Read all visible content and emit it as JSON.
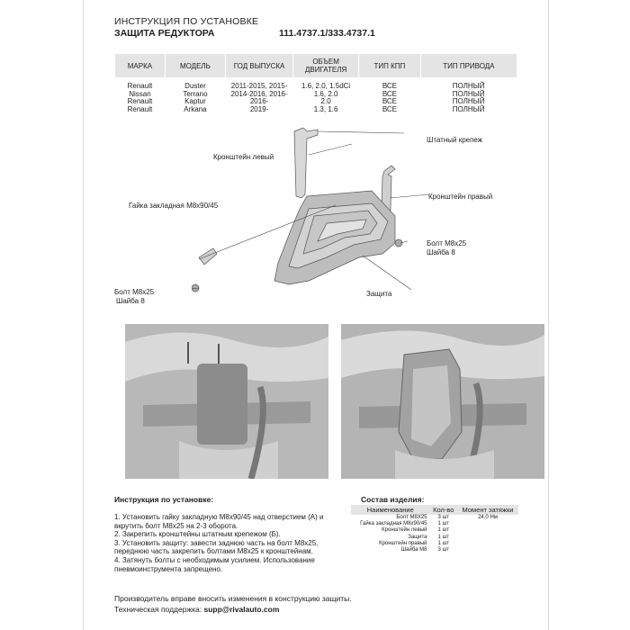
{
  "header": {
    "line1": "ИНСТРУКЦИЯ ПО УСТАНОВКЕ",
    "line2": "ЗАЩИТА РЕДУКТОРА",
    "code": "111.4737.1/333.4737.1"
  },
  "specs": {
    "columns": [
      "МАРКА",
      "МОДЕЛЬ",
      "ГОД ВЫПУСКА",
      "ОБЪЕМ ДВИГАТЕЛЯ",
      "ТИП КПП",
      "ТИП ПРИВОДА"
    ],
    "rows": [
      [
        "Renault",
        "Duster",
        "2011-2015, 2015-",
        "1.6, 2.0, 1.5dCi",
        "ВСЕ",
        "ПОЛНЫЙ"
      ],
      [
        "Nissan",
        "Terrano",
        "2014-2016, 2016-",
        "1.6, 2.0",
        "ВСЕ",
        "ПОЛНЫЙ"
      ],
      [
        "Renault",
        "Kaptur",
        "2016-",
        "2.0",
        "ВСЕ",
        "ПОЛНЫЙ"
      ],
      [
        "Renault",
        "Arkana",
        "2019-",
        "1.3, 1.6",
        "ВСЕ",
        "ПОЛНЫЙ"
      ]
    ]
  },
  "diagram": {
    "labels": {
      "factory_mount": "Штатный крепеж",
      "bracket_left": "Кронштейн левый",
      "bracket_right": "Кронштейн правый",
      "nut": "Гайка закладная М8х90/45",
      "bolt_right_1": "Болт М8х25",
      "bolt_right_2": "Шайба 8",
      "bolt_left_1": "Болт М8х25",
      "bolt_left_2": "Шайба 8",
      "guard": "Защита"
    }
  },
  "instructions": {
    "title": "Инструкция по установке:",
    "steps": [
      "1. Установить гайку закладную М8х90/45 над отверстием (А) и вкрутить болт М8х25 на 2-3 оборота.",
      "2. Закрепить кронштейны штатным крепежом (Б).",
      "3. Установить защиту: завести заднюю часть на болт М8х25, переднюю часть закрепить болтами М8х25 к кронштейнам.",
      "4. Затянуть болты с необходимым усилием. Использование пневмоинструмента запрещено."
    ]
  },
  "components": {
    "title": "Состав изделия:",
    "headers": [
      "Наименование",
      "Кол-во",
      "Момент затяжки"
    ],
    "rows": [
      [
        "Болт М8Х25",
        "3 шт",
        "24.0 Нм"
      ],
      [
        "Гайка закладная М8х90/45",
        "1 шт",
        ""
      ],
      [
        "Кронштейн левый",
        "1 шт",
        ""
      ],
      [
        "Защита",
        "1 шт",
        ""
      ],
      [
        "Кронштейн правый",
        "1 шт",
        ""
      ],
      [
        "Шайба М8",
        "3 шт",
        ""
      ]
    ]
  },
  "footer": {
    "notice": "Производитель вправе вносить изменения в конструкцию защиты.",
    "support_label": "Техническая поддержка: ",
    "support_email": "supp@rivalauto.com"
  }
}
